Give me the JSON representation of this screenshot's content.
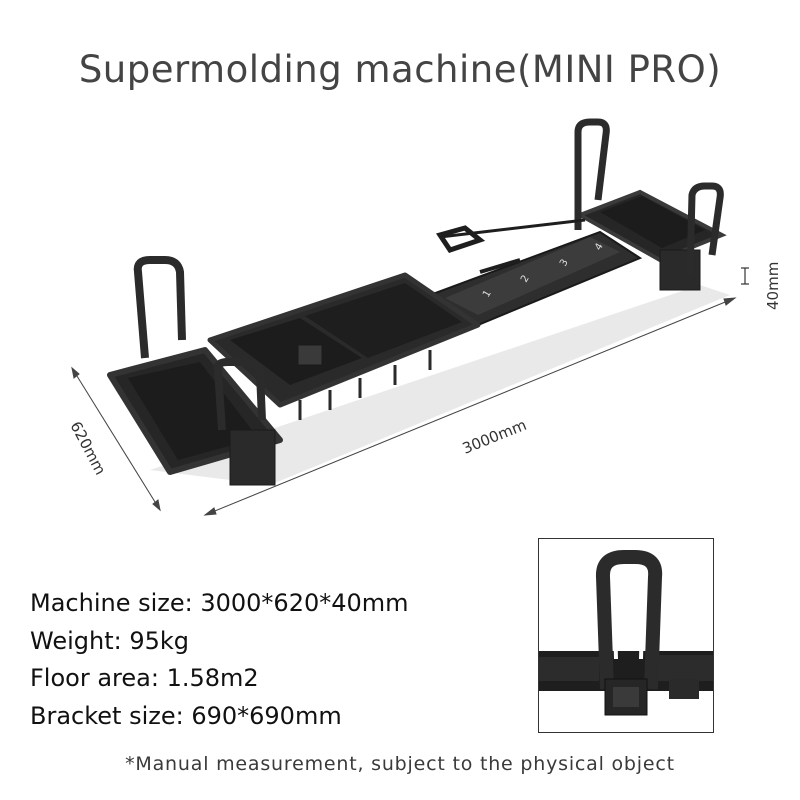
{
  "title": "Supermolding machine(MINI PRO)",
  "dimensions": {
    "length": "3000mm",
    "width": "620mm",
    "height": "40mm"
  },
  "specs": [
    "Machine size: 3000*620*40mm",
    "Weight: 95kg",
    "Floor area: 1.58m2",
    "Bracket size: 690*690mm"
  ],
  "footnote": "*Manual measurement, subject to the physical object",
  "rail_markings": [
    "1",
    "2",
    "3",
    "4"
  ],
  "colors": {
    "frame": "#2b2b2b",
    "pad": "#1c1c1c",
    "text": "#3a3a3a"
  }
}
